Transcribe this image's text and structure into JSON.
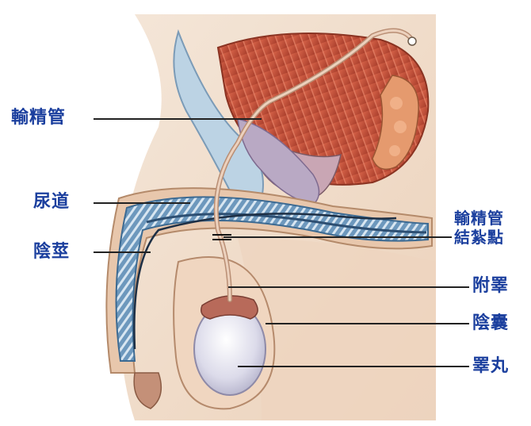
{
  "labels": {
    "vas_deferens": "輸精管",
    "urethra": "尿道",
    "penis": "陰莖",
    "vasectomy_line1": "輸精管",
    "vasectomy_line2": "結紮點",
    "epididymis": "附睪",
    "scrotum": "陰囊",
    "testis": "睪丸"
  },
  "colors": {
    "label_text": "#1b3f9e",
    "leader_line": "#222222",
    "skin": "#f2dcc6",
    "skin_dark": "#e6c4a6",
    "muscle": "#c9533a",
    "erectile_tissue": "#7aa6c8",
    "erectile_tissue_light": "#cfe0ee",
    "vas_deferens": "#d9b9a0",
    "testis": "#e4e2ee",
    "epididymis": "#b86a5a",
    "background_panel": "#f7f1ec"
  }
}
